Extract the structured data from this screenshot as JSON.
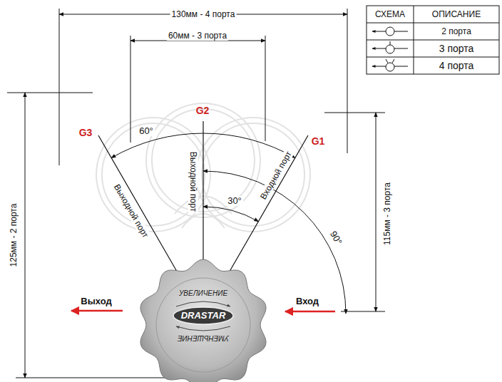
{
  "diagram": {
    "nodes": [
      {
        "text": [
          "УВЕЛИЧЕНИЕ",
          "DRASTAR",
          "УМЕНЬШЕНИЕ"
        ]
      }
    ],
    "labels": [
      "130мм - 4 порта",
      "60мм - 3 порта",
      "125мм - 2 порта",
      "115мм - 3 порта",
      "СХЕМА",
      "ОПИСАНИЕ",
      "G3",
      "G2",
      "G1",
      "60°",
      "30°",
      "90°",
      "Выходной порт",
      "Выходной порт",
      "Входной порт",
      "Выход",
      "Вход"
    ],
    "legend": [
      {
        "text": "2 порта"
      },
      {
        "text": "3 порта"
      },
      {
        "text": "4 порта"
      }
    ]
  }
}
